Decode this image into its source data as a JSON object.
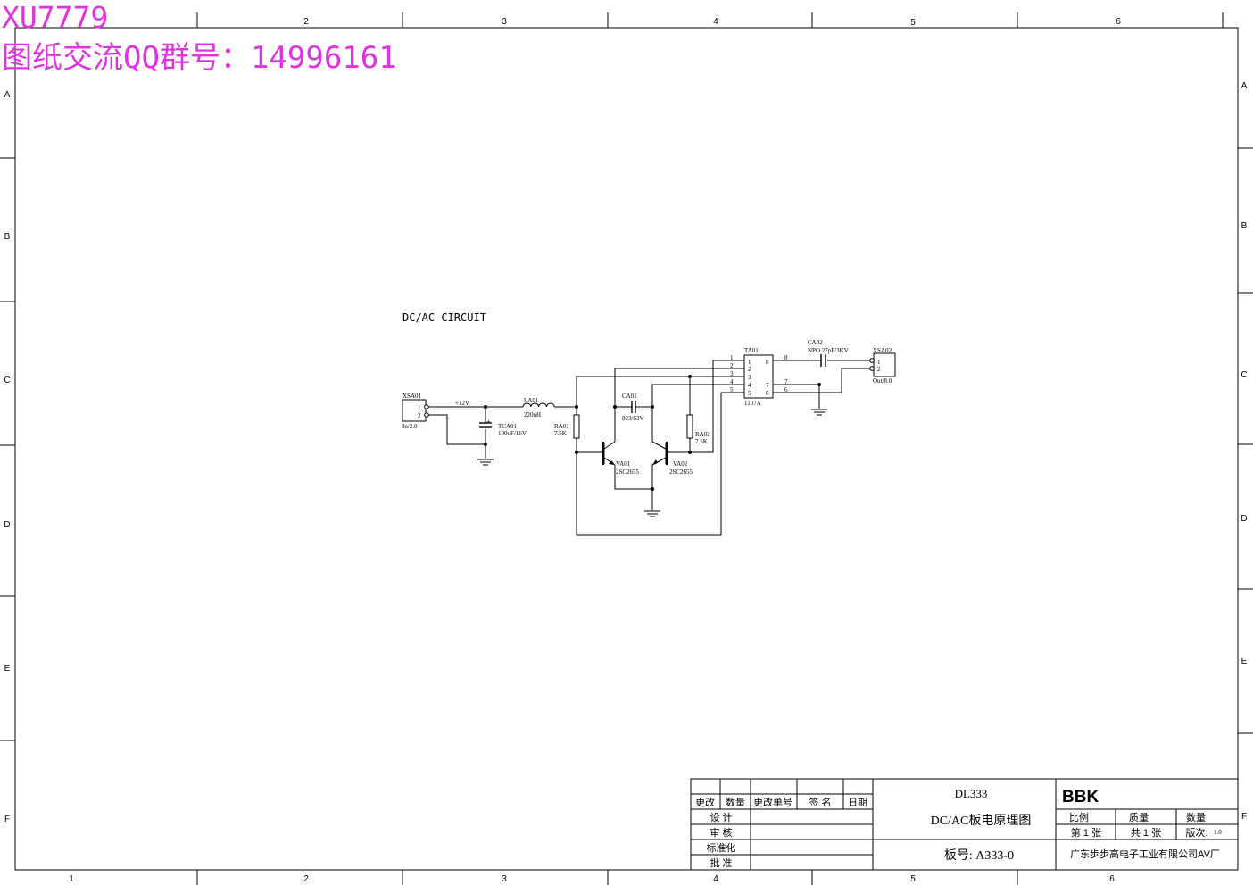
{
  "watermark": {
    "line1": "XU7779",
    "line2": "图纸交流QQ群号：14996161"
  },
  "frame": {
    "columns": [
      "1",
      "2",
      "3",
      "4",
      "5",
      "6"
    ],
    "rows": [
      "A",
      "B",
      "C",
      "D",
      "E",
      "F"
    ]
  },
  "circuit_title": "DC/AC CIRCUIT",
  "components": {
    "xsa01": {
      "ref": "XSA01",
      "pin1": "1",
      "pin2": "2",
      "value": "In/2.0"
    },
    "net_12v": "+12V",
    "tca01": {
      "ref": "TCA01",
      "value": "100uF/16V",
      "polarity": "+"
    },
    "la01": {
      "ref": "LA01",
      "value": "220uH"
    },
    "ra01": {
      "ref": "RA01",
      "value": "7.5K"
    },
    "ca01": {
      "ref": "CA01",
      "value": "823/63V"
    },
    "ra02": {
      "ref": "RA02",
      "value": "7.5K"
    },
    "va01": {
      "ref": "VA01",
      "value": "2SC2655"
    },
    "va02": {
      "ref": "VA02",
      "value": "2SC2655"
    },
    "ta01": {
      "ref": "TA01",
      "value": "1107A",
      "left_pins": [
        "1",
        "2",
        "3",
        "4",
        "5"
      ],
      "right_pins": [
        "8",
        "7",
        "6"
      ],
      "outer_left": [
        "1",
        "2",
        "3",
        "4",
        "5"
      ],
      "outer_right": [
        "8",
        "7",
        "6"
      ]
    },
    "ca02": {
      "ref": "CA02",
      "value": "NPO 27pF/3KV"
    },
    "xsa02": {
      "ref": "XSA02",
      "pin1": "1",
      "pin2": "2",
      "value": "Out/8.0"
    }
  },
  "title_block": {
    "rev_headers": [
      "更改",
      "数量",
      "更改单号",
      "签 名",
      "日期"
    ],
    "roles": [
      "设 计",
      "审 核",
      "标准化",
      "批 准"
    ],
    "model": "DL333",
    "drawing_name": "DC/AC板电原理图",
    "board_no": "板号: A333-0",
    "brand": "BBK",
    "labels": [
      "比例",
      "质量",
      "数量"
    ],
    "sheet": "第 1 张",
    "total": "共 1 张",
    "version_label": "版次:",
    "version_value": "1.0",
    "company": "广东步步高电子工业有限公司AV厂"
  }
}
